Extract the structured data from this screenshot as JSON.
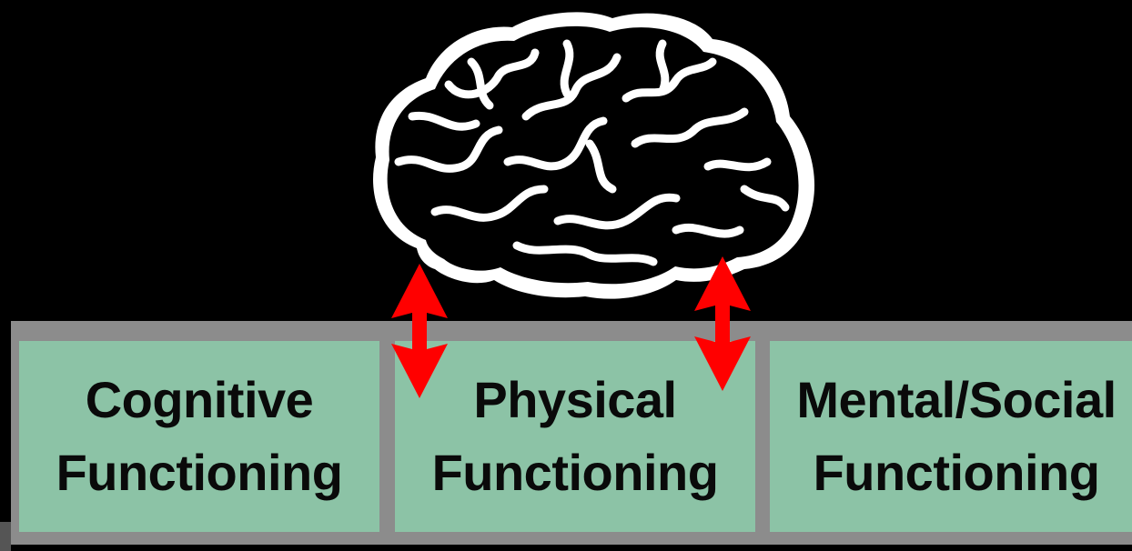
{
  "boxes": [
    {
      "line1": "Cognitive",
      "line2": "Functioning"
    },
    {
      "line1": "Physical",
      "line2": "Functioning"
    },
    {
      "line1": "Mental/Social",
      "line2": "Functioning"
    }
  ],
  "colors": {
    "background": "#000000",
    "panel": "#8c8c8c",
    "box_fill": "#8cc3a6",
    "text": "#0a0a0a",
    "arrow": "#ff0000",
    "brain_outline": "#ffffff"
  },
  "icons": {
    "brain": "brain-icon",
    "arrows": "double-headed-vertical-arrow"
  }
}
